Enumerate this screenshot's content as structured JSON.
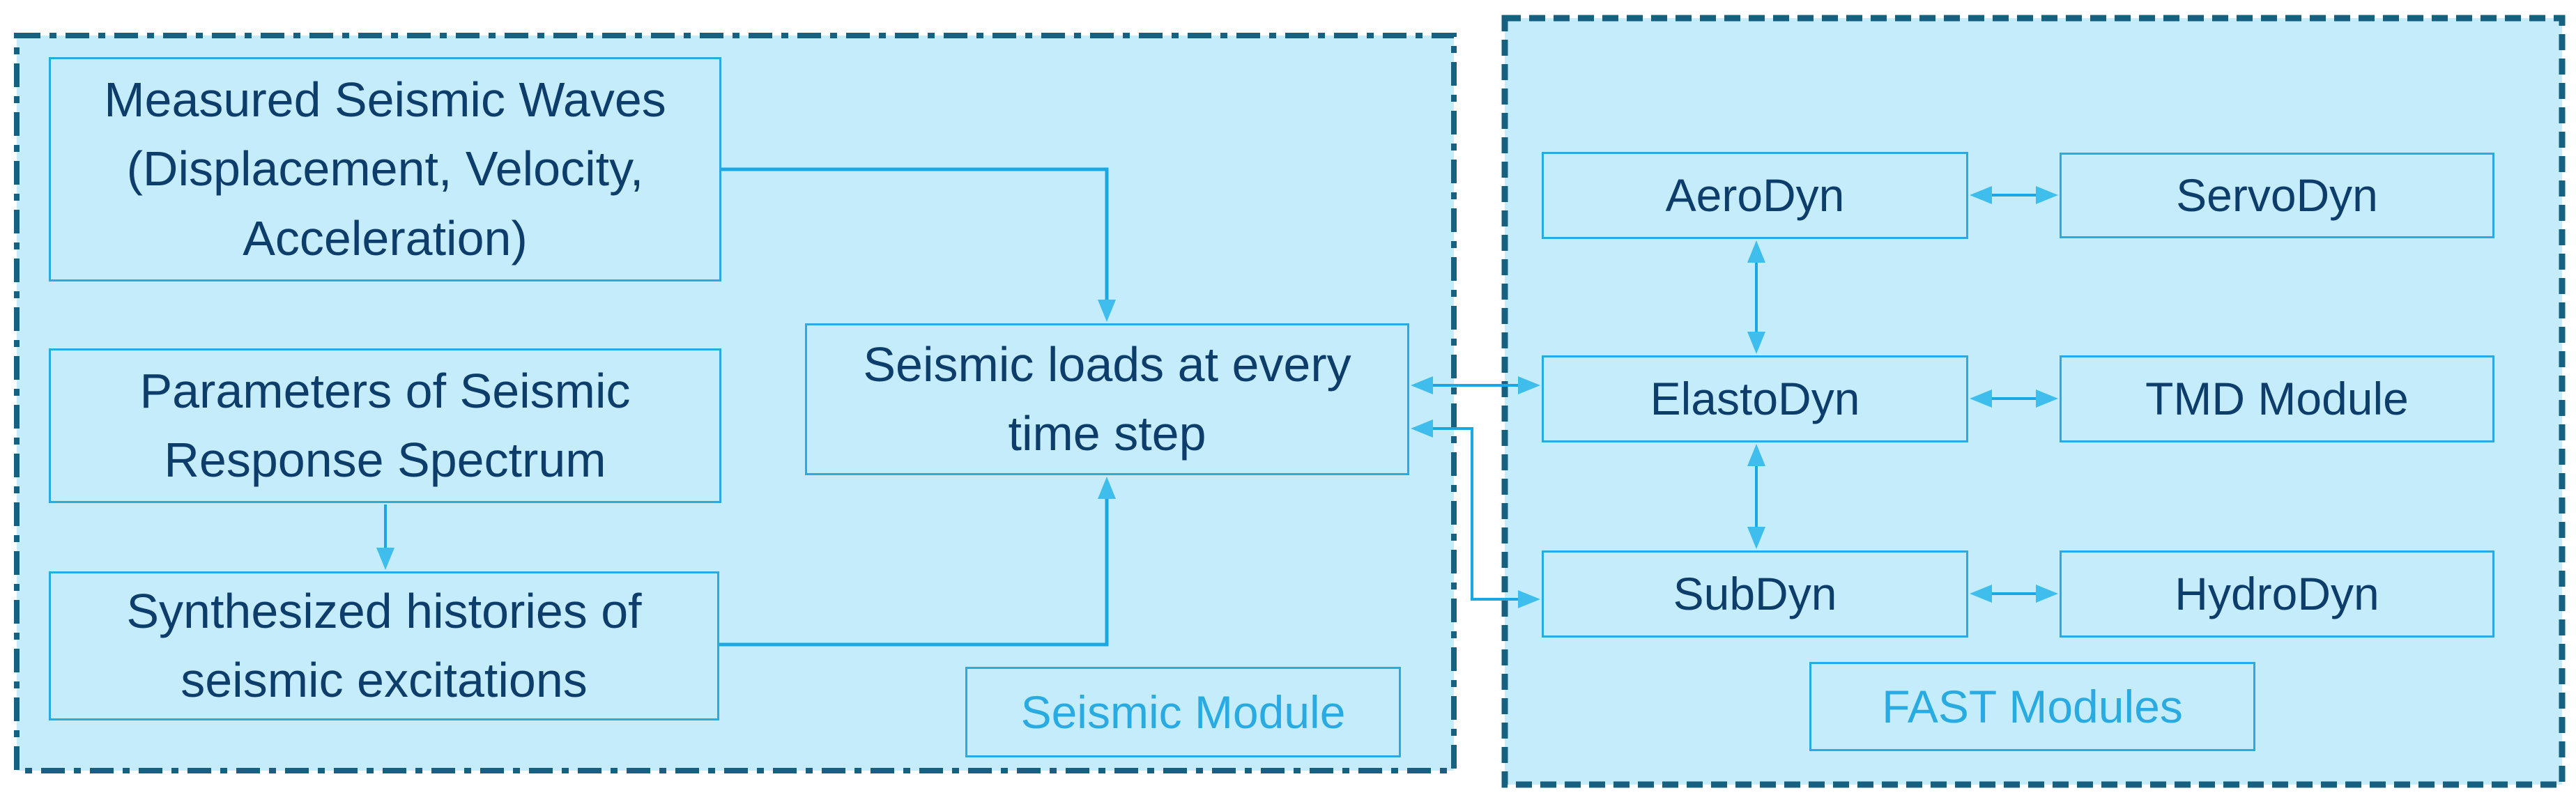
{
  "seismic_module": {
    "label": "Seismic Module",
    "boxes": {
      "measured": "Measured Seismic Waves\n(Displacement, Velocity,\nAcceleration)",
      "parameters": "Parameters of Seismic\nResponse Spectrum",
      "synthesized": "Synthesized histories of\nseismic excitations",
      "loads": "Seismic loads at every\ntime step"
    }
  },
  "fast_modules": {
    "label": "FAST Modules",
    "modules": {
      "aerodyn": "AeroDyn",
      "servodyn": "ServoDyn",
      "elastodyn": "ElastoDyn",
      "tmd": "TMD Module",
      "subdyn": "SubDyn",
      "hydrodyn": "HydroDyn"
    }
  },
  "colors": {
    "container_fill": "#C4ECFA",
    "container_border": "#15617F",
    "box_border": "#29ABE2",
    "box_text": "#0D3D6B",
    "label_text": "#29ABE2",
    "arrow_line": "#1BA7E2",
    "arrow_head": "#3FBEEE"
  }
}
